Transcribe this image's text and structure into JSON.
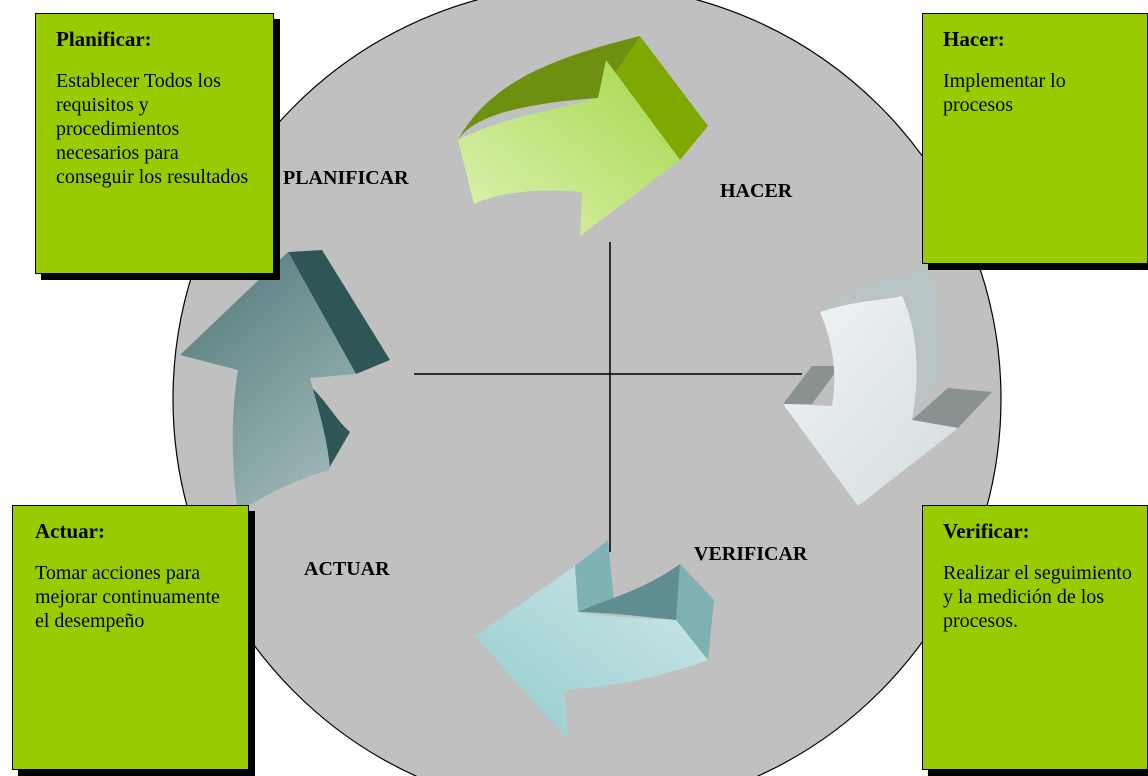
{
  "boxes": {
    "planificar": {
      "title": "Planificar:",
      "body": "Establecer Todos los requisitos y procedimientos necesarios para conseguir los resultados"
    },
    "hacer": {
      "title": "Hacer:",
      "body": "Implementar lo procesos"
    },
    "actuar": {
      "title": "Actuar:",
      "body": "Tomar acciones para mejorar continuamente el desempeño"
    },
    "verificar": {
      "title": "Verificar:",
      "body": "Realizar el seguimiento y la medición de los procesos."
    }
  },
  "phases": {
    "planificar": "PLANIFICAR",
    "hacer": "HACER",
    "verificar": "VERIFICAR",
    "actuar": "ACTUAR"
  },
  "colors": {
    "box_fill": "#99cc00",
    "circle_fill": "#c0c0c0",
    "arrow_planificar": "#aade55",
    "arrow_hacer": "#dde4e6",
    "arrow_verificar": "#a8d4d4",
    "arrow_actuar": "#5f8585"
  }
}
